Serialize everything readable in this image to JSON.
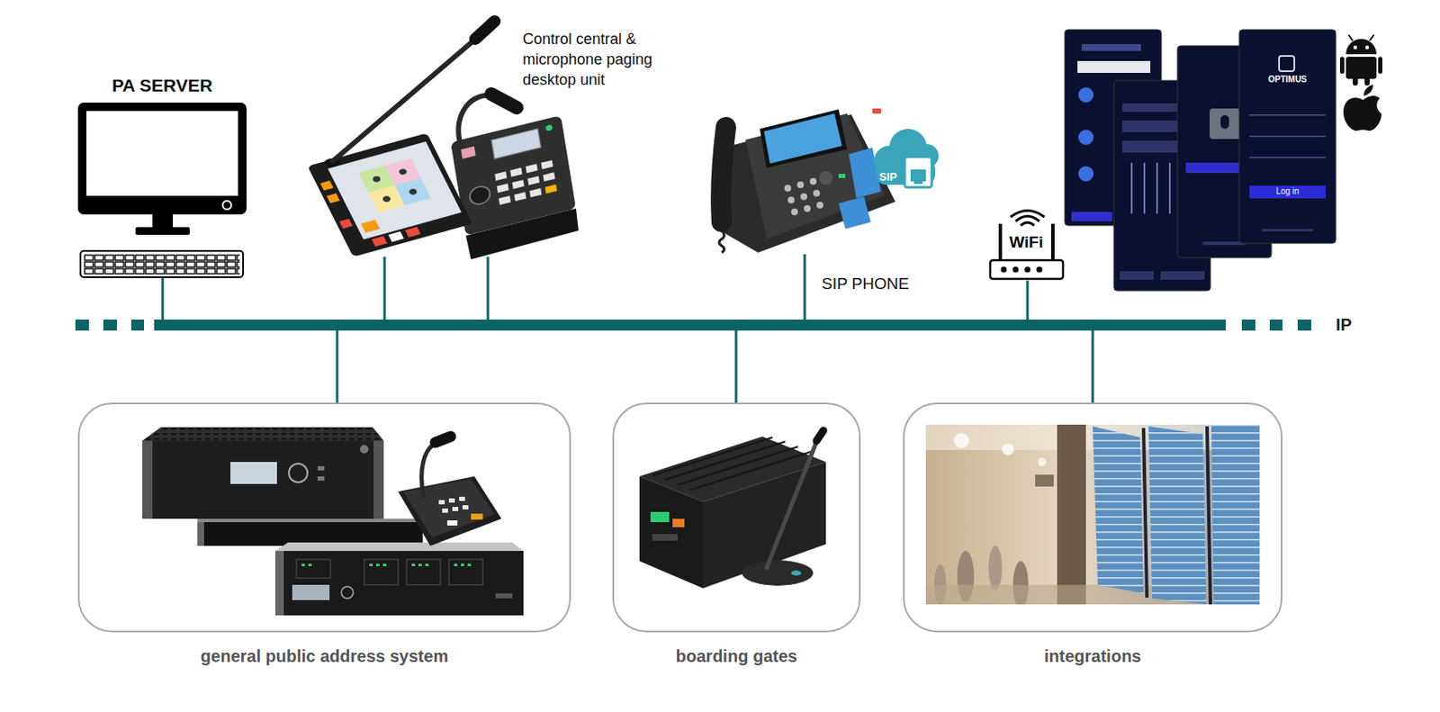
{
  "diagram": {
    "nodes": [
      {
        "text": [
          "PA SERVER"
        ]
      },
      {
        "text": [
          "Control central & microphone paging desktop unit"
        ]
      },
      {
        "text": [
          "SIP PHONE"
        ]
      },
      {
        "text": [
          "WiFi"
        ]
      },
      {
        "text": [
          "IP"
        ]
      },
      {
        "text": [
          "general public address system"
        ]
      },
      {
        "text": [
          "boarding gates"
        ]
      },
      {
        "text": [
          "integrations"
        ]
      }
    ],
    "edges": [
      {
        "from": 0,
        "to": 4,
        "arrow": "none"
      },
      {
        "from": 1,
        "to": 4,
        "arrow": "none"
      },
      {
        "from": 1,
        "to": 4,
        "arrow": "none"
      },
      {
        "from": 2,
        "to": 4,
        "arrow": "none"
      },
      {
        "from": 3,
        "to": 4,
        "arrow": "none"
      },
      {
        "from": 4,
        "to": 5,
        "arrow": "none"
      },
      {
        "from": 4,
        "to": 6,
        "arrow": "none"
      },
      {
        "from": 4,
        "to": 7,
        "arrow": "none"
      }
    ],
    "labels": [
      "SIP",
      "OPTIMUS",
      "Log in"
    ]
  }
}
